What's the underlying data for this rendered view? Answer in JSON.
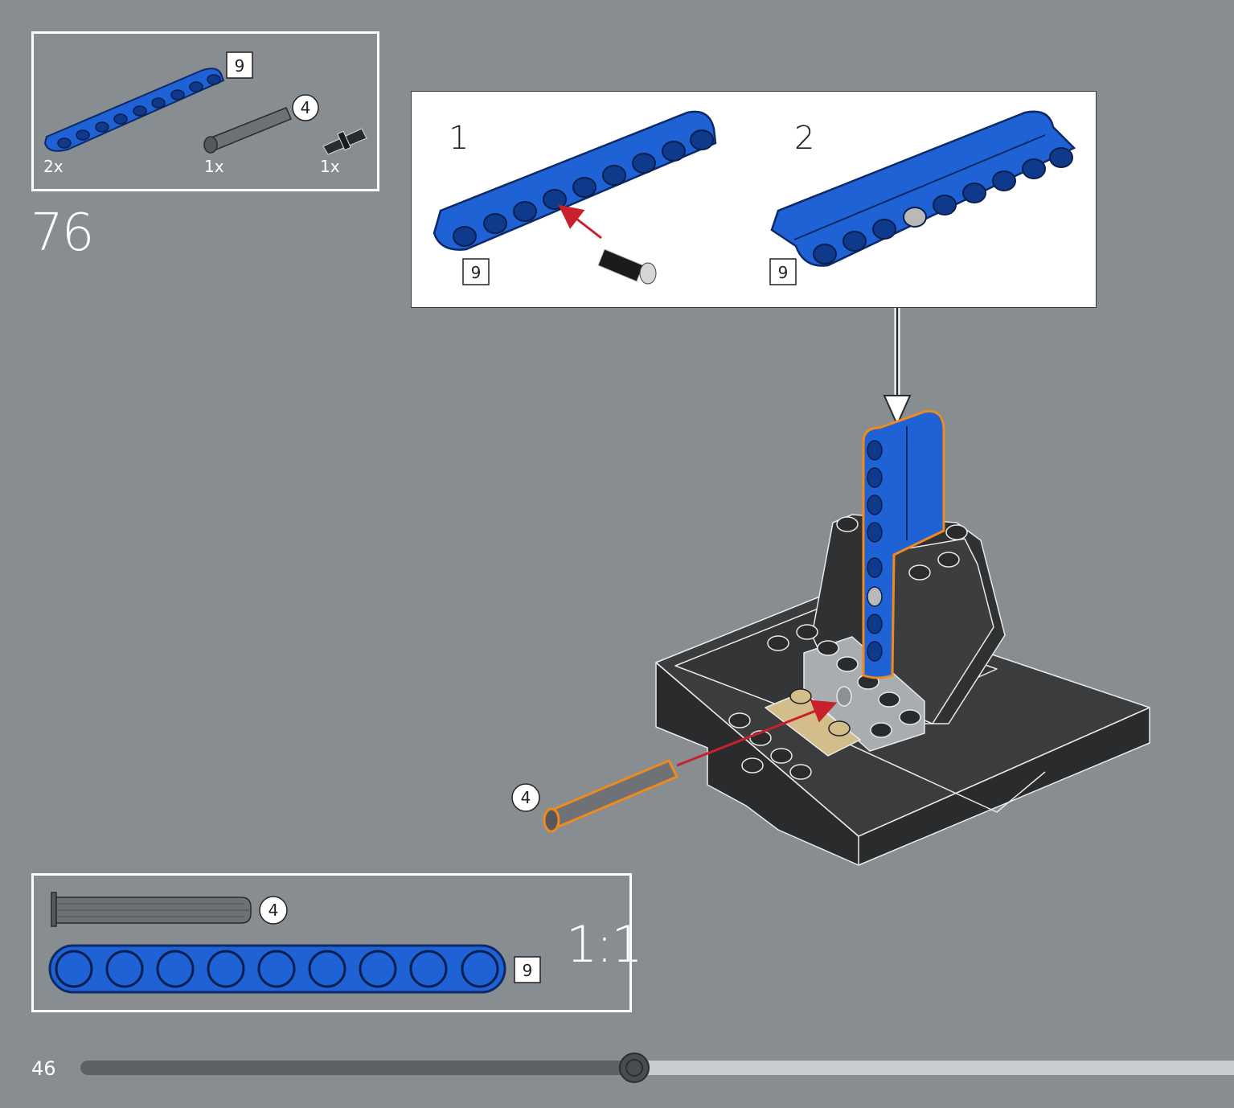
{
  "step": {
    "number": "76"
  },
  "parts_list": {
    "items": [
      {
        "icon": "beam-9-blue-icon",
        "length_label": "9",
        "quantity": "2x"
      },
      {
        "icon": "axle-4-gray-icon",
        "length_label": "4",
        "quantity": "1x"
      },
      {
        "icon": "pin-black-icon",
        "quantity": "1x"
      }
    ]
  },
  "sub_assembly": {
    "steps": [
      {
        "number": "1",
        "length_label": "9"
      },
      {
        "number": "2",
        "length_label": "9"
      }
    ]
  },
  "main_callouts": {
    "axle_length_label": "4"
  },
  "scale_reference": {
    "axle_length_label": "4",
    "beam_length_label": "9",
    "scale": "1:1"
  },
  "footer": {
    "page_number": "46",
    "progress_percent": 48
  },
  "colors": {
    "background": "#878d91",
    "beam_blue": "#1f62d6",
    "black_element": "#2a2b2d",
    "arrow_red": "#c8202d",
    "highlight_orange": "#f08a1c"
  }
}
